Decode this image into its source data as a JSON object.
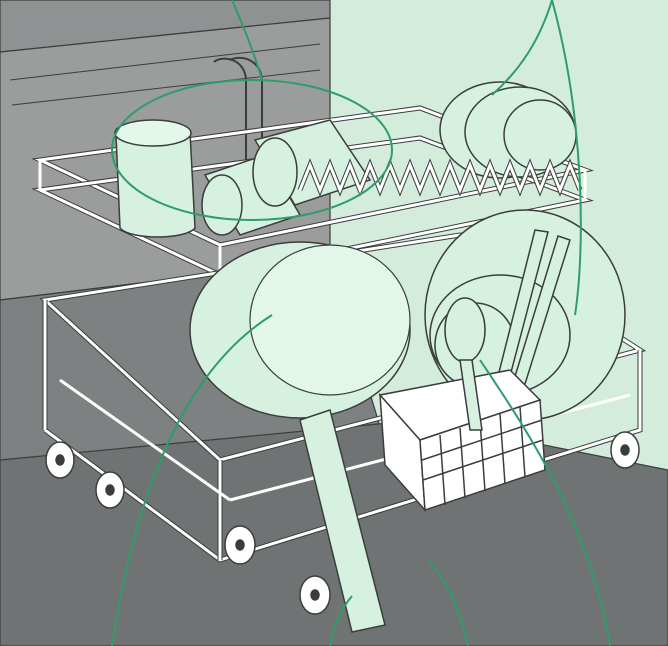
{
  "illustration": {
    "subject": "dishwasher-loading-diagram",
    "colors": {
      "background": "#d3ecdc",
      "appliance_gray": "#8b8e8e",
      "appliance_dark": "#6e7271",
      "rack_white": "#ffffff",
      "item_mint": "#d6f1df",
      "line_ink": "#3a3d3c",
      "callout_green": "#2e9d6b"
    },
    "regions": [
      "upper-rack-cups-callout",
      "upper-rack-plates-callout",
      "lower-rack-bowl-callout",
      "lower-rack-plates-callout",
      "cutlery-basket-callout",
      "long-utensil-callout",
      "chopsticks-callout"
    ]
  }
}
